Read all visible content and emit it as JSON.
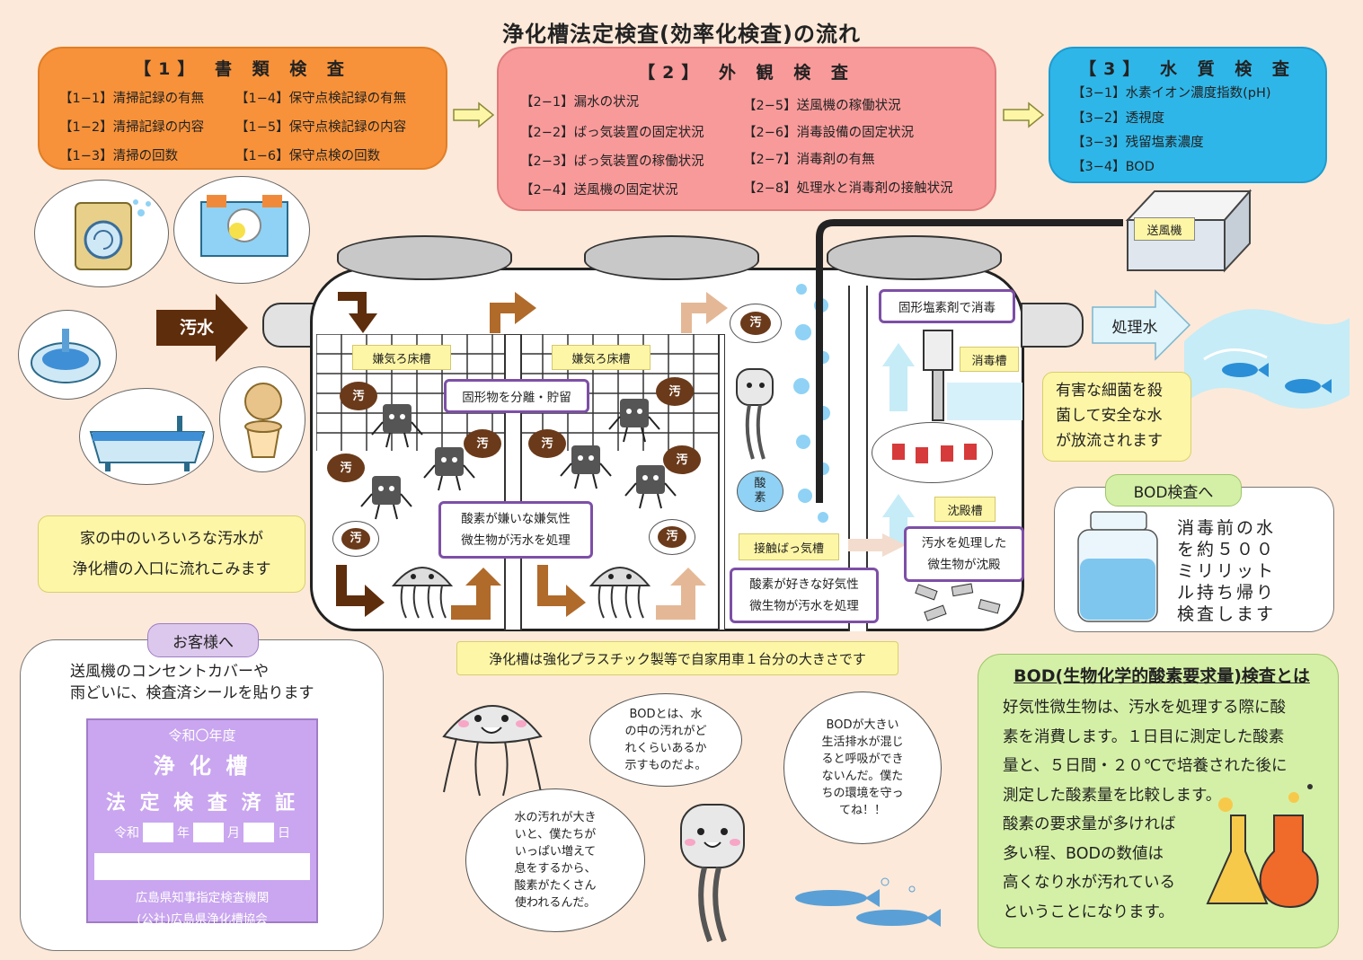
{
  "title": "浄化槽法定検査(効率化検査)の流れ",
  "section1": {
    "heading": "【1】 書 類 検 査",
    "items": [
      "【1−1】清掃記録の有無",
      "【1−2】清掃記録の内容",
      "【1−3】清掃の回数",
      "【1−4】保守点検記録の有無",
      "【1−5】保守点検記録の内容",
      "【1−6】保守点検の回数"
    ]
  },
  "section2": {
    "heading": "【2】 外 観 検 査",
    "items": [
      "【2−1】漏水の状況",
      "【2−2】ばっ気装置の固定状況",
      "【2−3】ばっ気装置の稼働状況",
      "【2−4】送風機の固定状況",
      "【2−5】送風機の稼働状況",
      "【2−6】消毒設備の固定状況",
      "【2−7】消毒剤の有無",
      "【2−8】処理水と消毒剤の接触状況"
    ]
  },
  "section3": {
    "heading": "【3】 水 質 検 査",
    "items": [
      "【3−1】水素イオン濃度指数(pH)",
      "【3−2】透視度",
      "【3−3】残留塩素濃度",
      "【3−4】BOD"
    ]
  },
  "diagram": {
    "wastewater": "汚水",
    "treated": "処理水",
    "blower": "送風機",
    "anaerobe1": "嫌気ろ床槽",
    "anaerobe2": "嫌気ろ床槽",
    "separate": "固形物を分離・貯留",
    "anaerobic_note": "酸素が嫌いな嫌気性\n微生物が汚水を処理",
    "aeration": "接触ばっ気槽",
    "aerobic_note": "酸素が好きな好気性\n微生物が汚水を処理",
    "chlorine": "固形塩素剤で消毒",
    "disinfect": "消毒槽",
    "sediment": "沈殿槽",
    "sediment_note": "汚水を処理した\n微生物が沈殿",
    "dirt": "汚",
    "oxygen": "酸\n素",
    "size_note": "浄化槽は強化プラスチック製等で自家用車１台分の大きさです",
    "house_note": "家の中のいろいろな汚水が\n浄化槽の入口に流れこみます",
    "safe_note": "有害な細菌を殺\n菌して安全な水\nが放流されます"
  },
  "bod_check": {
    "label": "BOD検査へ",
    "text": "消毒前の水\nを約５００\nミリリット\nル持ち帰り\n検査します"
  },
  "customer": {
    "label": "お客様へ",
    "text": "送風機のコンセントカバーや\n雨どいに、検査済シールを貼ります",
    "seal": {
      "year": "令和〇年度",
      "line1": "浄 化 槽",
      "line2": "法 定 検 査 済 証",
      "reiwa": "令和",
      "nen": "年",
      "tsuki": "月",
      "hi": "日",
      "org1": "広島県知事指定検査機関",
      "org2": "(公社)広島県浄化槽協会"
    }
  },
  "bubbles": {
    "b1": "BODとは、水\nの中の汚れがど\nれくらいあるか\n示すものだよ。",
    "b2": "BODが大きい\n生活排水が混じ\nると呼吸ができ\nないんだ。僕た\nちの環境を守っ\nてね！！",
    "b3": "水の汚れが大き\nいと、僕たちが\nいっぱい増えて\n息をするから、\n酸素がたくさん\n使われるんだ。"
  },
  "bod_about": {
    "heading": "BOD(生物化学的酸素要求量)検査とは",
    "text": "好気性微生物は、汚水を処理する際に酸\n素を消費します。１日目に測定した酸素\n量と、５日間・２０℃で培養された後に\n測定した酸素量を比較します。\n酸素の要求量が多ければ\n多い程、BODの数値は\n高くなり水が汚れている\nということになります。"
  },
  "colors": {
    "orange": "#f7923a",
    "pink": "#f99a9a",
    "blue": "#2fb6e8",
    "background": "#fde9d9",
    "purple": "#7d4fa6",
    "green": "#d4f0a6"
  }
}
